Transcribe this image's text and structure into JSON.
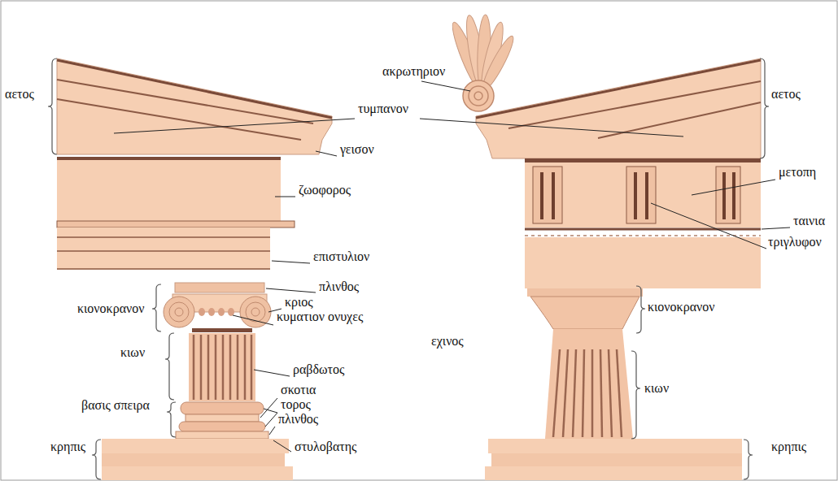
{
  "diagram": {
    "labels": [
      "αετος",
      "ακρωτηριον",
      "τυμπανον",
      "αετος",
      "γεισον",
      "ζωοφορος",
      "μετοπη",
      "ταινια",
      "τριγλυφον",
      "επιστυλιον",
      "πλινθος",
      "κιονοκρανον",
      "κριος",
      "κιονοκρανον",
      "κυματιον ονυχες",
      "εχινος",
      "κιων",
      "ραβδωτος",
      "κιων",
      "σκοτια",
      "βασις σπειρα",
      "τορος",
      "πλινθος",
      "κρηπις",
      "στυλοβατης",
      "κρηπις"
    ]
  }
}
